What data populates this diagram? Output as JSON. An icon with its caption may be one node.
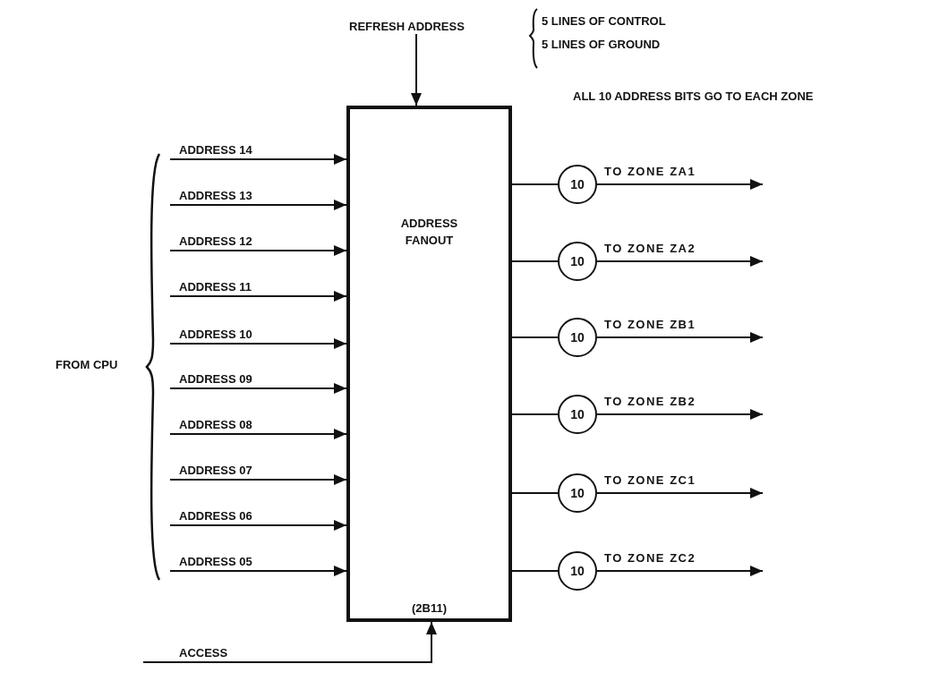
{
  "diagram": {
    "nodes": [
      {
        "text": [
          "ADDRESS FANOUT",
          "(2B11)"
        ]
      },
      {
        "text": [
          "REFRESH ADDRESS"
        ]
      },
      {
        "text": [
          "10"
        ]
      },
      {
        "text": [
          "10"
        ]
      },
      {
        "text": [
          "10"
        ]
      },
      {
        "text": [
          "10"
        ]
      },
      {
        "text": [
          "10"
        ]
      },
      {
        "text": [
          "10"
        ]
      }
    ],
    "edges": [
      {
        "from": 1,
        "to": 0,
        "arrow": "to"
      },
      {
        "from": null,
        "to": 0,
        "arrow": "to",
        "label": "ADDRESS 14"
      },
      {
        "from": null,
        "to": 0,
        "arrow": "to",
        "label": "ADDRESS 13"
      },
      {
        "from": null,
        "to": 0,
        "arrow": "to",
        "label": "ADDRESS 12"
      },
      {
        "from": null,
        "to": 0,
        "arrow": "to",
        "label": "ADDRESS 11"
      },
      {
        "from": null,
        "to": 0,
        "arrow": "to",
        "label": "ADDRESS 10"
      },
      {
        "from": null,
        "to": 0,
        "arrow": "to",
        "label": "ADDRESS 09"
      },
      {
        "from": null,
        "to": 0,
        "arrow": "to",
        "label": "ADDRESS 08"
      },
      {
        "from": null,
        "to": 0,
        "arrow": "to",
        "label": "ADDRESS 07"
      },
      {
        "from": null,
        "to": 0,
        "arrow": "to",
        "label": "ADDRESS 06"
      },
      {
        "from": null,
        "to": 0,
        "arrow": "to",
        "label": "ADDRESS 05"
      },
      {
        "from": null,
        "to": 0,
        "arrow": "to",
        "label": "ACCESS"
      },
      {
        "from": 0,
        "to": 2,
        "arrow": "none"
      },
      {
        "from": 0,
        "to": 3,
        "arrow": "none"
      },
      {
        "from": 0,
        "to": 4,
        "arrow": "none"
      },
      {
        "from": 0,
        "to": 5,
        "arrow": "none"
      },
      {
        "from": 0,
        "to": 6,
        "arrow": "none"
      },
      {
        "from": 0,
        "to": 7,
        "arrow": "none"
      },
      {
        "from": 2,
        "to": null,
        "arrow": "to",
        "label": "TO ZONE ZA1"
      },
      {
        "from": 3,
        "to": null,
        "arrow": "to",
        "label": "TO ZONE ZA2"
      },
      {
        "from": 4,
        "to": null,
        "arrow": "to",
        "label": "TO ZONE ZB1"
      },
      {
        "from": 5,
        "to": null,
        "arrow": "to",
        "label": "TO ZONE ZB2"
      },
      {
        "from": 6,
        "to": null,
        "arrow": "to",
        "label": "TO ZONE ZC1"
      },
      {
        "from": 7,
        "to": null,
        "arrow": "to",
        "label": "TO ZONE ZC2"
      }
    ],
    "labels": [
      "5 LINES OF CONTROL",
      "5 LINES OF GROUND",
      "ALL 10 ADDRESS BITS GO TO EACH ZONE",
      "FROM CPU"
    ]
  }
}
